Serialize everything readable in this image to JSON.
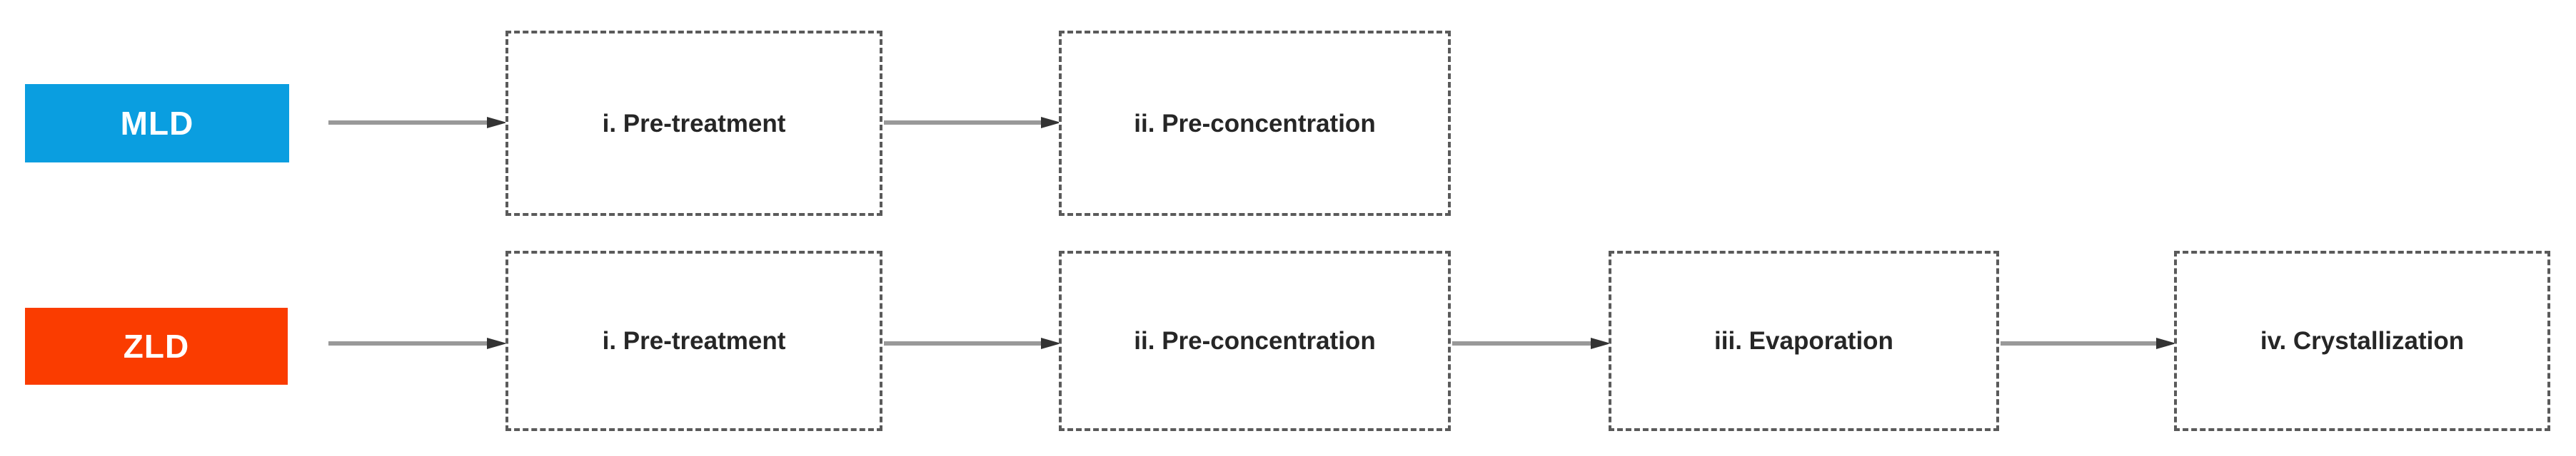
{
  "diagram": {
    "title": "MLD and ZLD treatment train flowchart",
    "background_color": "#ffffff",
    "line_color": "#999999",
    "arrowhead_color": "#333333",
    "box_border_color": "#5a5a5a",
    "box_text_color": "#262626"
  },
  "rows": [
    {
      "id": "mld",
      "badge": {
        "label": "MLD",
        "color": "#0a9ee0",
        "text_color": "#ffffff"
      },
      "steps": [
        {
          "index": "i.",
          "label": "i. Pre-treatment"
        },
        {
          "index": "ii.",
          "label": "ii. Pre-concentration"
        }
      ],
      "connectors": [
        {
          "from": "badge",
          "to": "i. Pre-treatment"
        },
        {
          "from": "i. Pre-treatment",
          "to": "ii. Pre-concentration"
        }
      ]
    },
    {
      "id": "zld",
      "badge": {
        "label": "ZLD",
        "color": "#fa3c00",
        "text_color": "#ffffff"
      },
      "steps": [
        {
          "index": "i.",
          "label": "i. Pre-treatment"
        },
        {
          "index": "ii.",
          "label": "ii. Pre-concentration"
        },
        {
          "index": "iii.",
          "label": "iii. Evaporation"
        },
        {
          "index": "iv.",
          "label": "iv. Crystallization"
        }
      ],
      "connectors": [
        {
          "from": "badge",
          "to": "i. Pre-treatment"
        },
        {
          "from": "i. Pre-treatment",
          "to": "ii. Pre-concentration"
        },
        {
          "from": "ii. Pre-concentration",
          "to": "iii. Evaporation"
        },
        {
          "from": "iii. Evaporation",
          "to": "iv. Crystallization"
        }
      ]
    }
  ]
}
